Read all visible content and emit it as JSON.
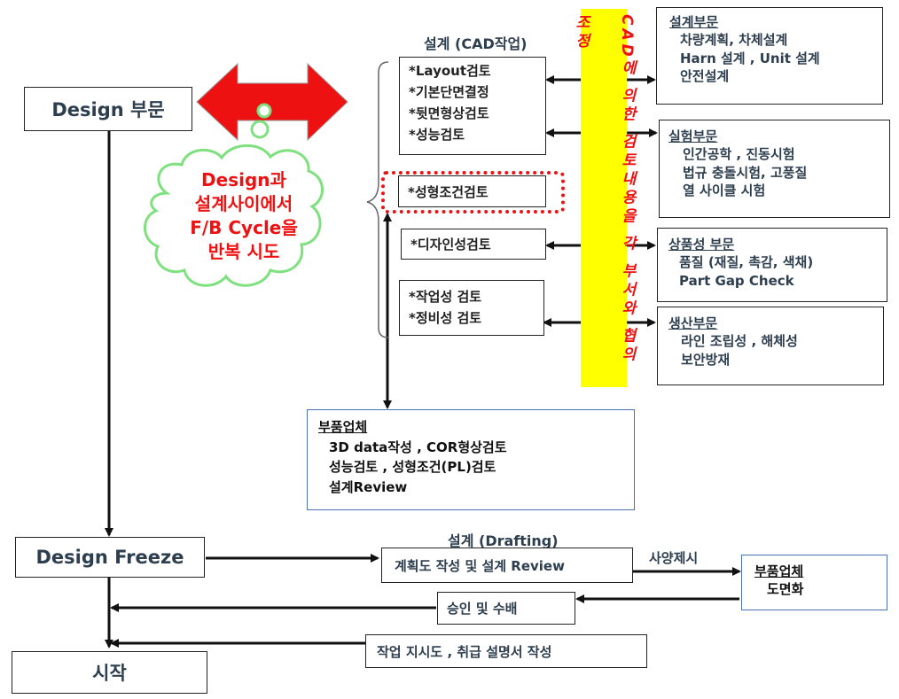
{
  "left_flow": {
    "design_dept": "Design 부문",
    "design_freeze": "Design Freeze",
    "start": "시작"
  },
  "cloud": {
    "lines": [
      "Design과",
      "설계사이에서",
      "F/B Cycle을",
      "반복 시도"
    ]
  },
  "cad": {
    "title": "설계 (CAD작업)",
    "group1": [
      "*Layout검토",
      "*기본단면결정",
      "*뒷면형상검토",
      "*성능검토"
    ],
    "molding": "*성형조건검토",
    "design": "*디자인성검토",
    "work": [
      "*작업성 검토",
      "*정비성 검토"
    ]
  },
  "banner": "CAD에 의한 검토내용을 각 부서와 협의 조정",
  "departments": {
    "design": {
      "title": "설계부문",
      "lines": [
        "차량계획,    차체설계",
        "Harn 설계 ,     Unit 설계",
        "안전설계"
      ]
    },
    "test": {
      "title": "실험부문",
      "lines": [
        "인간공학 , 진동시험",
        "법규 충돌시험, 고풍질",
        "열 사이클 시험"
      ]
    },
    "product": {
      "title": "상품성 부문",
      "lines": [
        "품질 (재질, 촉감, 색채)",
        "Part Gap Check"
      ]
    },
    "production": {
      "title": "생산부문",
      "lines": [
        "라인 조립성  , 해체성",
        "보안방재"
      ]
    }
  },
  "supplier": {
    "title": "부품업체",
    "lines": [
      "3D data작성  ,    COR형상검토",
      "성능검토 ,      성형조건(PL)검토",
      "설계Review"
    ]
  },
  "drafting": {
    "title": "설계 (Drafting)",
    "plan_box": "계획도 작성 및 설계 Review",
    "spec_label": "사양제시",
    "supplier2": {
      "title": "부품업체",
      "sub": "도면화"
    },
    "approve": "승인 및 수배",
    "instruction": "작업 지시도 , 취급 설명서 작성"
  },
  "colors": {
    "red": "#ee1111",
    "green": "#7ee07e",
    "yellow": "#ffff00",
    "blue": "#4a72b0"
  }
}
